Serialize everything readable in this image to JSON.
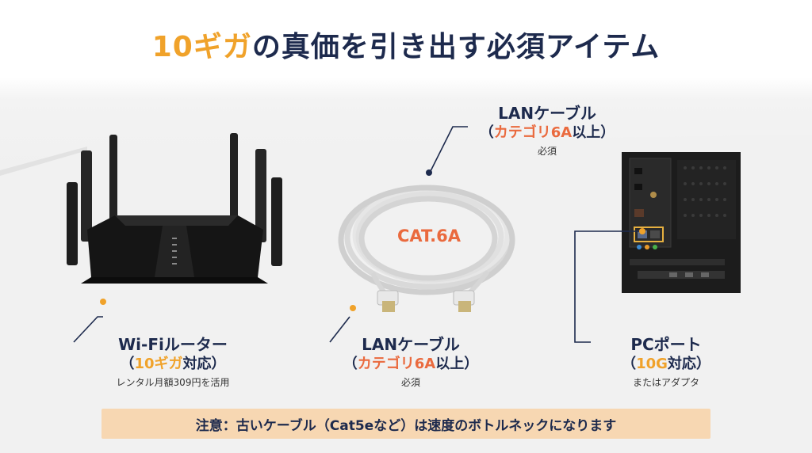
{
  "title": {
    "highlight": "10ギガ",
    "rest": "の真価を引き出す必須アイテム"
  },
  "router": {
    "line1": "Wi-Fiルーター",
    "open": "（",
    "highlight": "10ギガ",
    "after": "対応）",
    "note": "レンタル月額309円を活用"
  },
  "cable_bottom": {
    "line1": "LANケーブル",
    "open": "（",
    "highlight": "カテゴリ6A",
    "after": "以上）",
    "note": "必須"
  },
  "cable_top": {
    "line1": "LANケーブル",
    "open": "（",
    "highlight": "カテゴリ6A",
    "after": "以上）",
    "note": "必須"
  },
  "cable_print": "CAT.6A",
  "pc_port": {
    "line1": "PCポート",
    "open": "（",
    "highlight": "10G",
    "after": "対応）",
    "note": "またはアダプタ"
  },
  "notice": "注意：古いケーブル（Cat5eなど）は速度のボトルネックになります",
  "colors": {
    "navy": "#1d2a4d",
    "orange": "#f0a22a",
    "coral": "#ea6a3e",
    "notice_bg": "#f7d7b2"
  }
}
